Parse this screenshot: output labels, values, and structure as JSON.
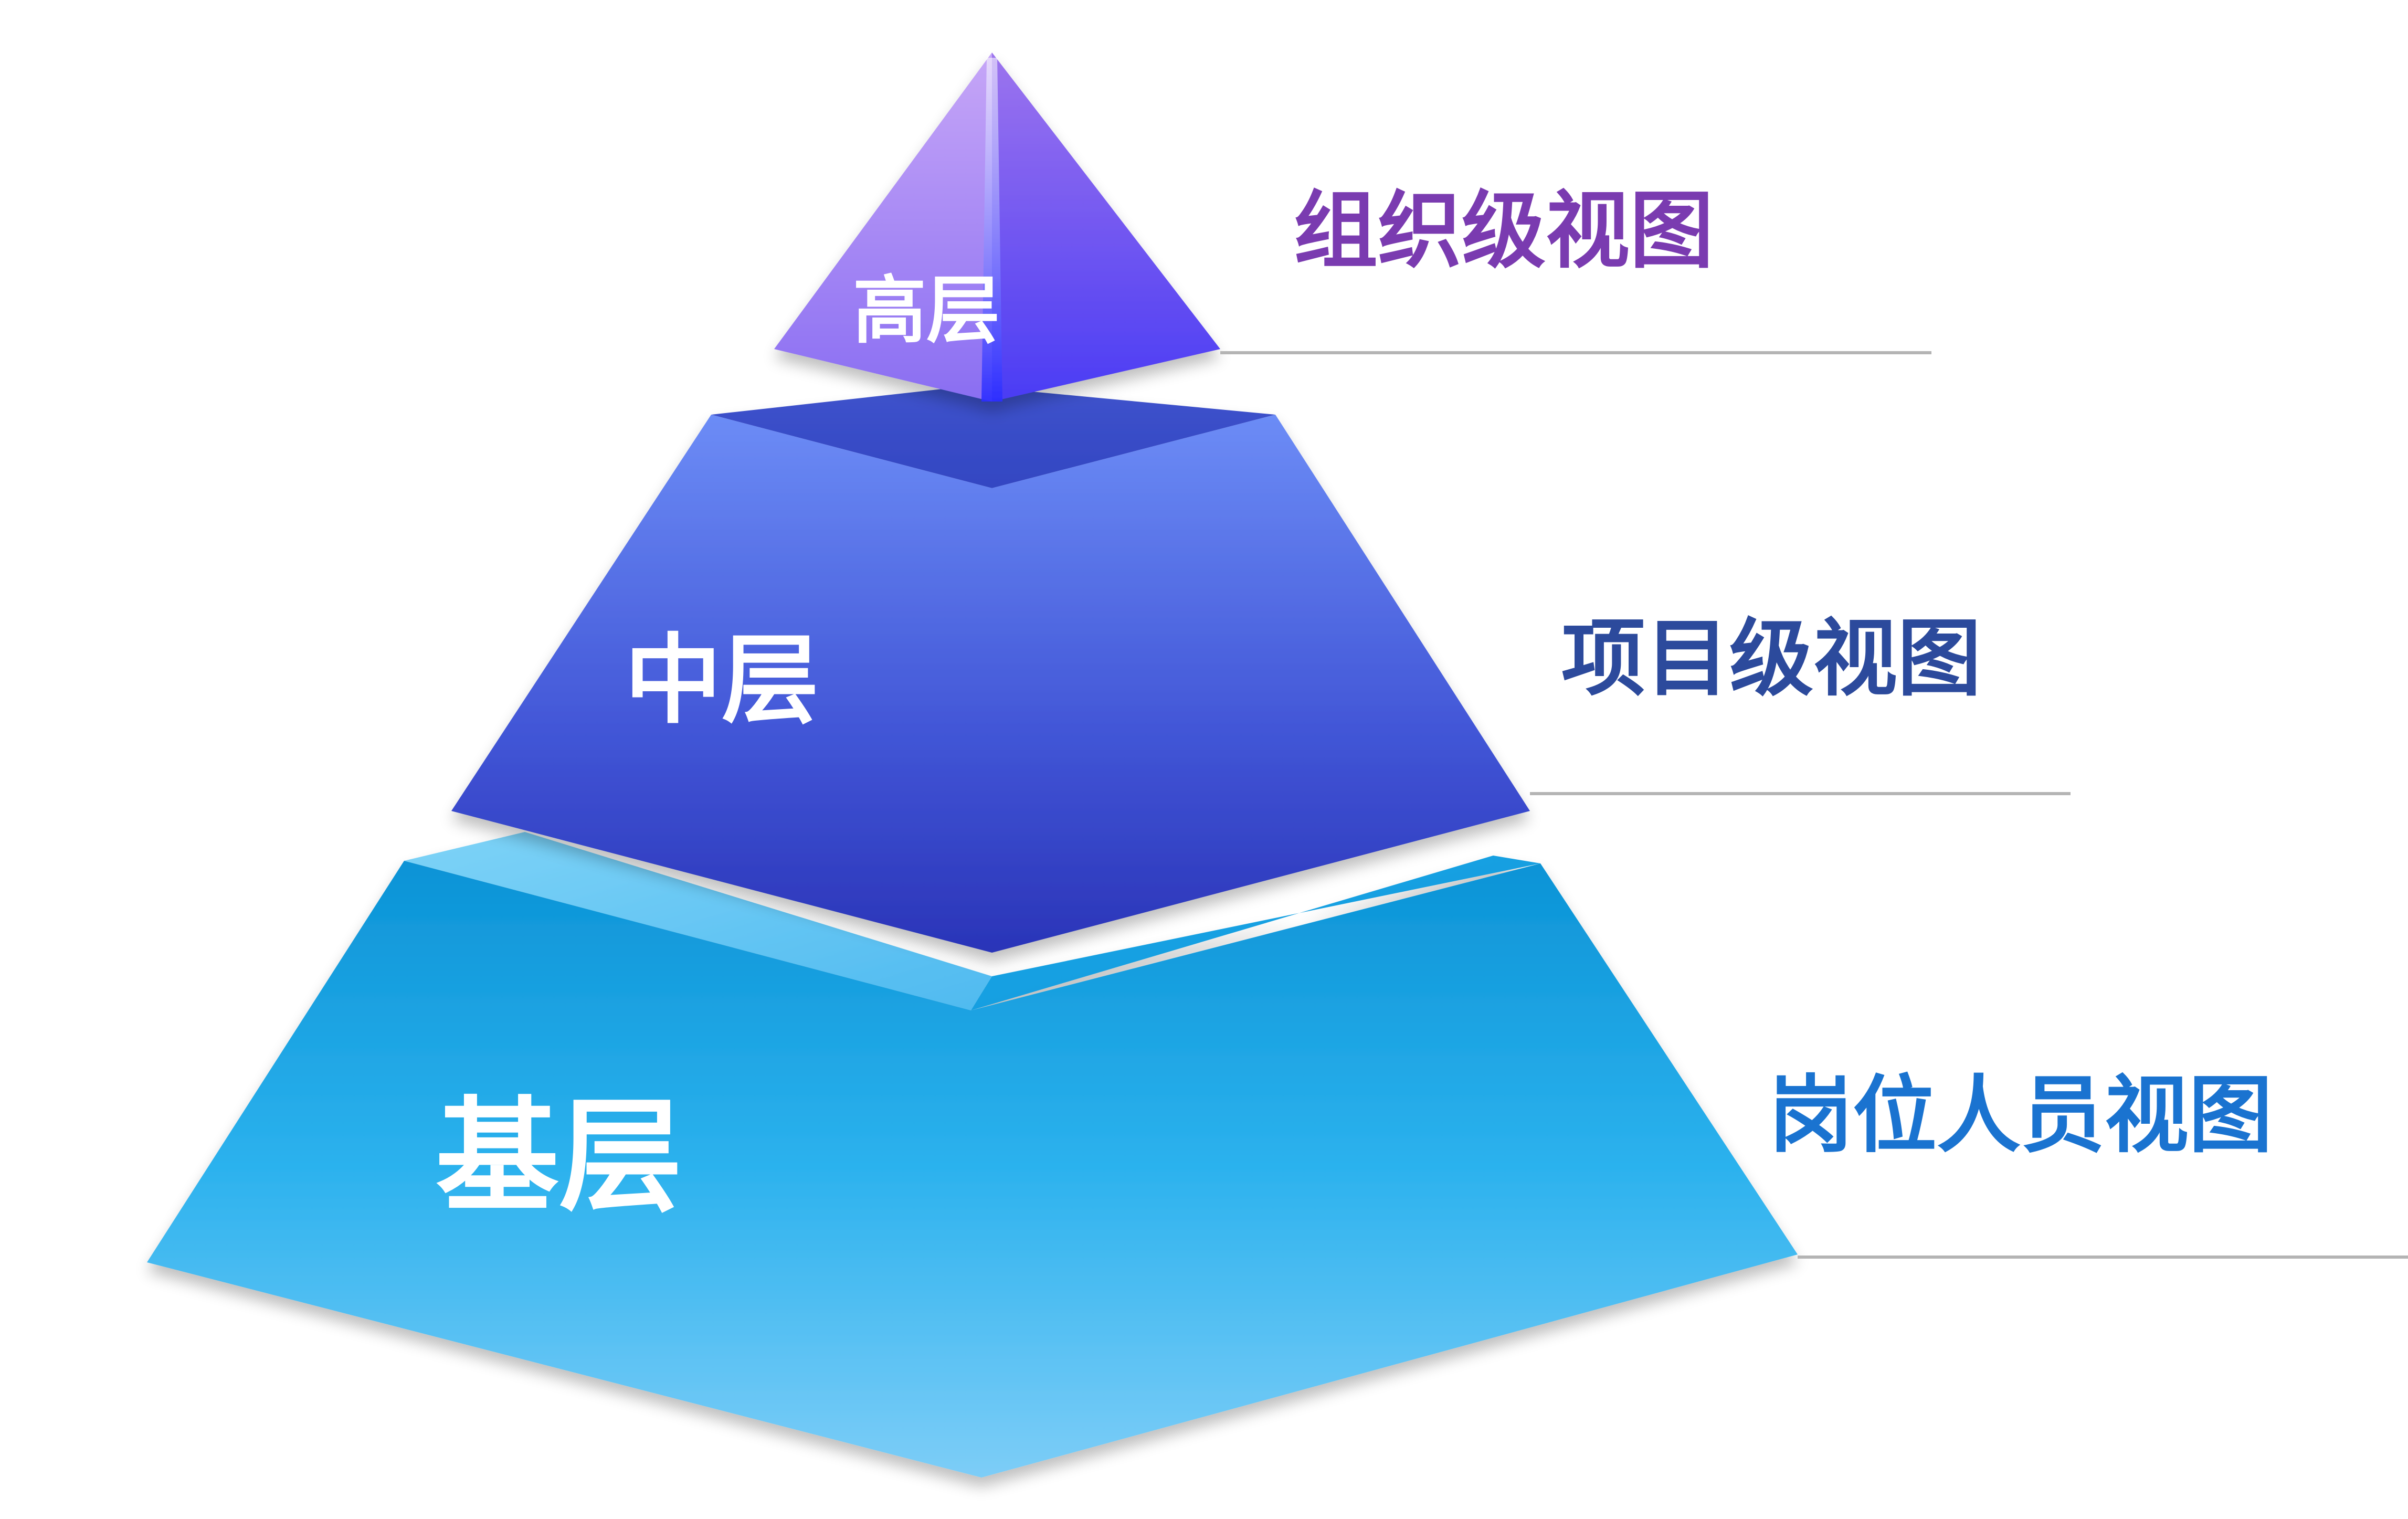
{
  "pyramid": {
    "tiers": [
      {
        "id": "top",
        "layer_label": "高层",
        "view_label": "组织级视图",
        "view_color": "#7a3bb0"
      },
      {
        "id": "middle",
        "layer_label": "中层",
        "view_label": "项目级视图",
        "view_color": "#2c4a9c"
      },
      {
        "id": "base",
        "layer_label": "基层",
        "view_label": "岗位人员视图",
        "view_color": "#1a73d0"
      }
    ]
  },
  "colors": {
    "top_tier_light": "#b38cf5",
    "top_tier_dark": "#3d2ff0",
    "middle_tier_light": "#6d8cf5",
    "middle_tier_dark": "#2c3cc0",
    "base_tier_light": "#8fd4fa",
    "base_tier_dark": "#0a8ed4",
    "leader_line": "#b4b4b4"
  }
}
